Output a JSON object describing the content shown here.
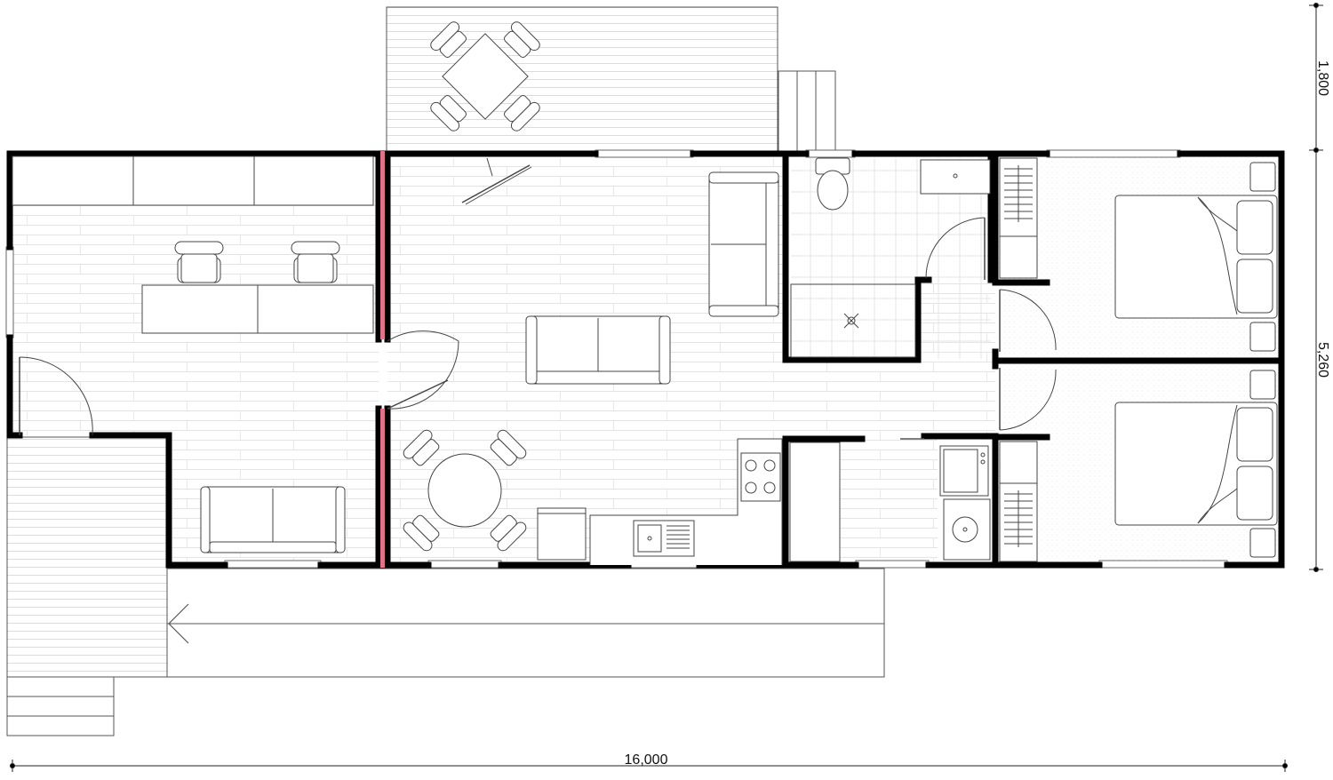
{
  "colors": {
    "wall": "#000000",
    "line": "#555555",
    "light_line": "#d4d4d4",
    "partition": "#e0728a",
    "background": "#ffffff"
  },
  "dimensions": {
    "overall_width": "16,000",
    "deck_depth": "1,800",
    "building_depth": "5,260"
  }
}
